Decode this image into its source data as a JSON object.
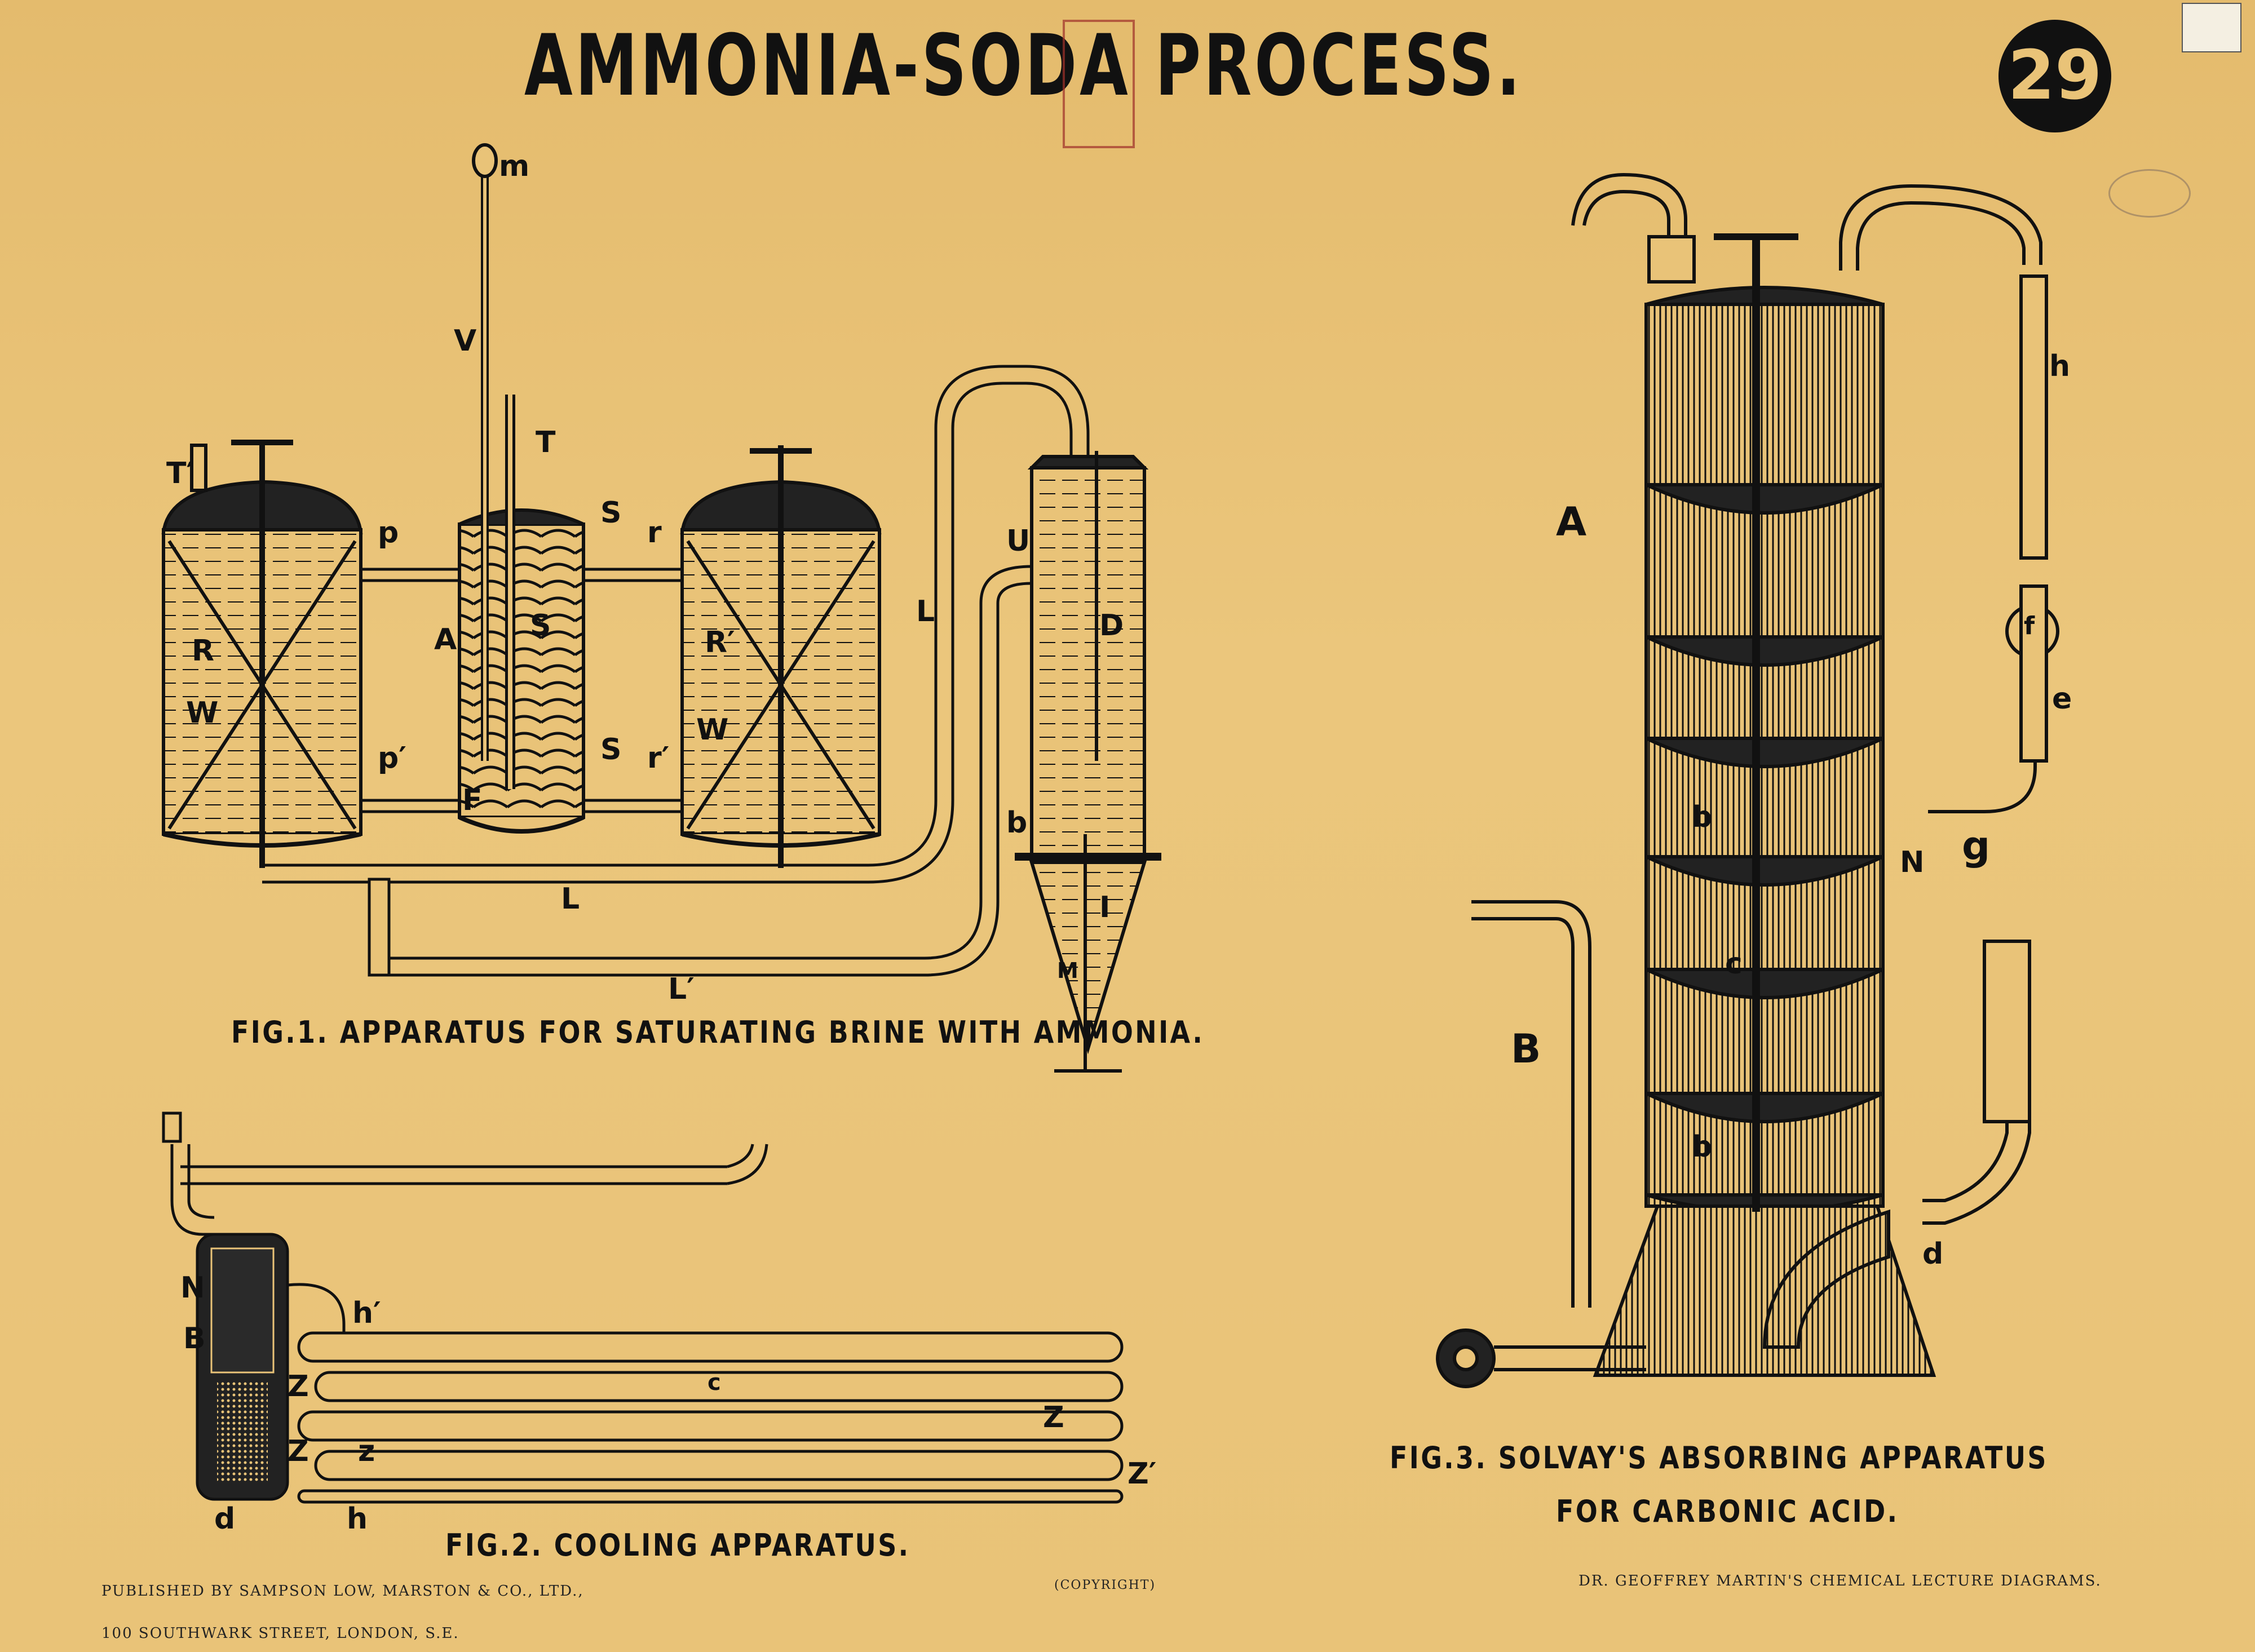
{
  "title": "AMMONIA-SODA PROCESS.",
  "plate_number": "29",
  "fig1": {
    "caption": "FIG.1. APPARATUS FOR SATURATING BRINE WITH AMMONIA.",
    "labels": {
      "m": "m",
      "V": "V",
      "T": "T",
      "T_prime": "T′",
      "p": "p",
      "p_prime": "p′",
      "S_top": "S",
      "S_bot": "S",
      "r": "r",
      "r_prime": "r′",
      "R": "R",
      "R_prime": "R′",
      "W1": "W",
      "W2": "W",
      "A": "A",
      "S_coil": "S",
      "F": "F",
      "L1": "L",
      "L2": "L",
      "L_prime": "L′",
      "U": "U",
      "D": "D",
      "b": "b",
      "I": "I",
      "M": "M"
    }
  },
  "fig2": {
    "caption": "FIG.2. COOLING APPARATUS.",
    "labels": {
      "N": "N",
      "B": "B",
      "d": "d",
      "h_prime": "h′",
      "h": "h",
      "c": "c",
      "Z1": "Z",
      "Z2": "Z",
      "Z3": "Z",
      "z": "z",
      "z_prime": "Z′"
    }
  },
  "fig3": {
    "caption_line1": "FIG.3. SOLVAY'S ABSORBING APPARATUS",
    "caption_line2": "FOR CARBONIC ACID.",
    "labels": {
      "A": "A",
      "B": "B",
      "h": "h",
      "f": "f",
      "e": "e",
      "N": "N",
      "g": "g",
      "b1": "b",
      "c": "c",
      "b2": "b",
      "d": "d"
    }
  },
  "footer": {
    "publisher": "PUBLISHED BY SAMPSON LOW, MARSTON & CO., LTD.,",
    "address": "100 SOUTHWARK STREET, LONDON, S.E.",
    "copyright": "(COPYRIGHT)",
    "series": "DR. GEOFFREY MARTIN'S CHEMICAL LECTURE DIAGRAMS."
  },
  "colors": {
    "paper": "#e9c378",
    "ink": "#111111",
    "stamp": "#a0302a"
  }
}
